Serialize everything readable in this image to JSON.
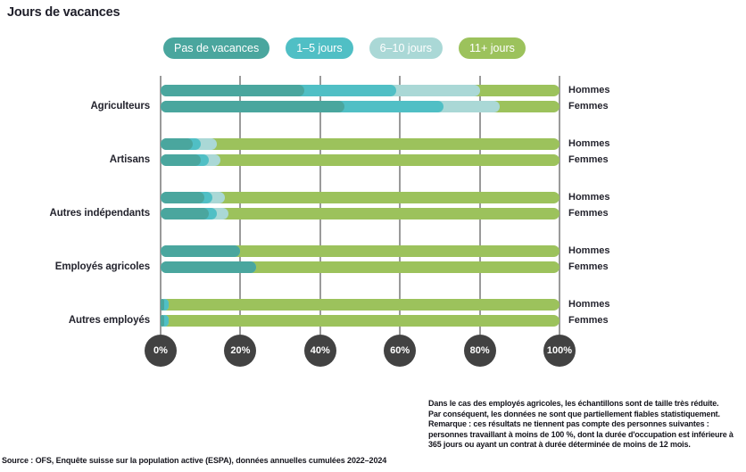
{
  "chart_data": {
    "type": "bar",
    "variant": "stacked-horizontal",
    "title": "Jours de vacances",
    "unit": "%",
    "xlim": [
      0,
      100
    ],
    "x_ticks": [
      "0%",
      "20%",
      "40%",
      "60%",
      "80%",
      "100%"
    ],
    "grid": "vertical",
    "legend_position": "top",
    "series": [
      {
        "name": "Pas de vacances",
        "color": "#4aa69e"
      },
      {
        "name": "1–5 jours",
        "color": "#50bfc5"
      },
      {
        "name": "6–10 jours",
        "color": "#aad8d6"
      },
      {
        "name": "11+ jours",
        "color": "#9cc25c"
      }
    ],
    "groups": [
      {
        "category": "Agriculteurs",
        "rows": [
          {
            "label": "Hommes",
            "values": [
              36,
              23,
              21,
              20
            ]
          },
          {
            "label": "Femmes",
            "values": [
              46,
              25,
              14,
              15
            ]
          }
        ]
      },
      {
        "category": "Artisans",
        "rows": [
          {
            "label": "Hommes",
            "values": [
              8,
              2,
              4,
              86
            ]
          },
          {
            "label": "Femmes",
            "values": [
              10,
              2,
              3,
              85
            ]
          }
        ]
      },
      {
        "category": "Autres indépendants",
        "rows": [
          {
            "label": "Hommes",
            "values": [
              11,
              2,
              3,
              84
            ]
          },
          {
            "label": "Femmes",
            "values": [
              12,
              2,
              3,
              83
            ]
          }
        ]
      },
      {
        "category": "Employés agricoles",
        "rows": [
          {
            "label": "Hommes",
            "values": [
              20,
              0,
              0,
              80
            ]
          },
          {
            "label": "Femmes",
            "values": [
              24,
              0,
              0,
              76
            ]
          }
        ]
      },
      {
        "category": "Autres employés",
        "rows": [
          {
            "label": "Hommes",
            "values": [
              1,
              1,
              0,
              98
            ]
          },
          {
            "label": "Femmes",
            "values": [
              1,
              1,
              0,
              98
            ]
          }
        ]
      }
    ]
  },
  "footnote": {
    "lines": [
      "Dans le cas des employés agricoles, les échantillons sont de taille très réduite.",
      "Par conséquent, les données ne sont que partiellement fiables statistiquement.",
      "Remarque : ces résultats ne tiennent pas compte des personnes suivantes :",
      "personnes travaillant à moins de 100 %, dont la durée d'occupation est inférieure à",
      "365 jours ou ayant un contrat à durée déterminée de moins de 12 mois."
    ]
  },
  "source": "Source : OFS, Enquête suisse sur la population active (ESPA), données annuelles cumulées 2022–2024",
  "colors": {
    "axis_circle": "#424242",
    "gridline": "#9a9a9a",
    "text": "#20202b"
  }
}
